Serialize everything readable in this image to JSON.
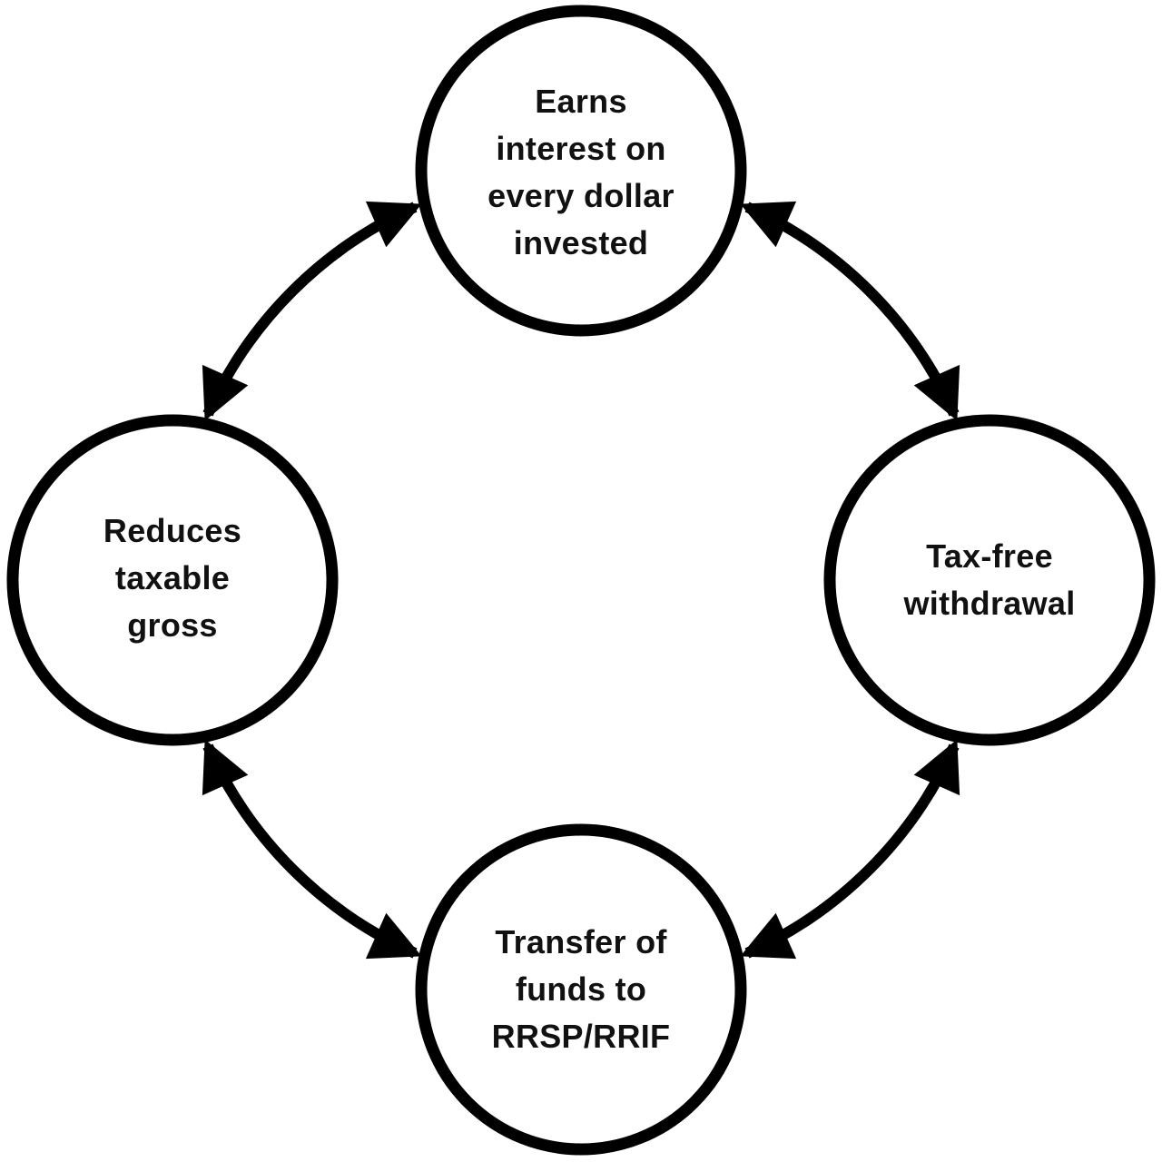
{
  "diagram": {
    "background_color": "#ffffff",
    "line_color": "#000000",
    "text_color": "#111111",
    "nodes": [
      {
        "id": "earns-interest",
        "position": "top",
        "label": "Earns\ninterest on\nevery dollar\ninvested"
      },
      {
        "id": "tax-free",
        "position": "right",
        "label": "Tax-free\nwithdrawal"
      },
      {
        "id": "transfer-funds",
        "position": "bottom",
        "label": "Transfer of\nfunds to\nRRSP/RRIF"
      },
      {
        "id": "reduces-taxable",
        "position": "left",
        "label": "Reduces\ntaxable\ngross"
      }
    ],
    "connections": [
      {
        "from": "reduces-taxable",
        "to": "earns-interest",
        "style": "double-arrow-arc"
      },
      {
        "from": "earns-interest",
        "to": "tax-free",
        "style": "double-arrow-arc"
      },
      {
        "from": "tax-free",
        "to": "transfer-funds",
        "style": "double-arrow-arc"
      },
      {
        "from": "transfer-funds",
        "to": "reduces-taxable",
        "style": "double-arrow-arc"
      }
    ]
  }
}
